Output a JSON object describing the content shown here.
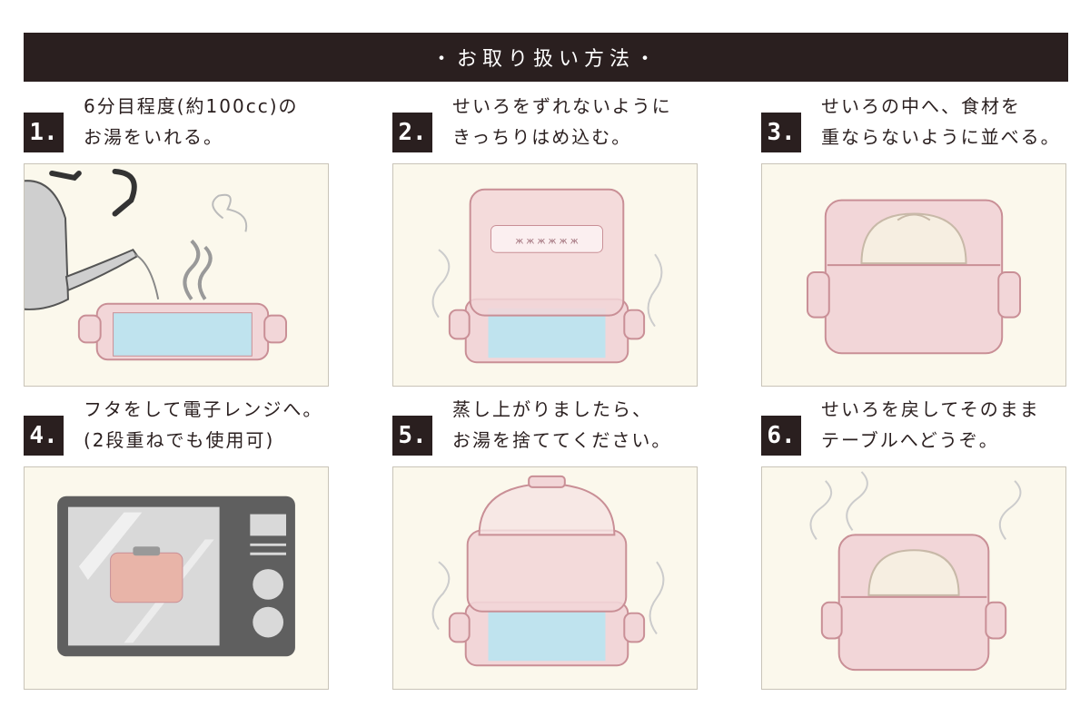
{
  "header": {
    "title": "・お取り扱い方法・"
  },
  "steps": [
    {
      "number": "1.",
      "line1": "6分目程度(約100cc)の",
      "line2": "お湯をいれる。"
    },
    {
      "number": "2.",
      "line1": "せいろをずれないように",
      "line2": "きっちりはめ込む。"
    },
    {
      "number": "3.",
      "line1": "せいろの中へ、食材を",
      "line2": "重ならないように並べる。"
    },
    {
      "number": "4.",
      "line1": "フタをして電子レンジへ。",
      "line2": "(2段重ねでも使用可)"
    },
    {
      "number": "5.",
      "line1": "蒸し上がりましたら、",
      "line2": "お湯を捨ててください。"
    },
    {
      "number": "6.",
      "line1": "せいろを戻してそのまま",
      "line2": "テーブルへどうぞ。"
    }
  ],
  "colors": {
    "pink": "#f2d6d8",
    "pink_stroke": "#c98f96",
    "water": "#bfe3ee",
    "dark": "#2a1f1f",
    "panel": "#fbf8ec"
  }
}
